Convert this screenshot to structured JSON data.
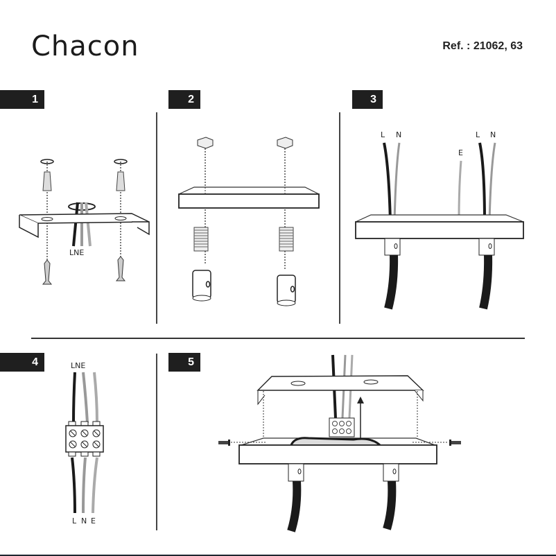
{
  "header": {
    "brand": "Chacon",
    "ref_label": "Ref. : 21062, 63"
  },
  "steps": [
    {
      "number": "1",
      "labels": {
        "wires": "LNE"
      }
    },
    {
      "number": "2",
      "labels": {}
    },
    {
      "number": "3",
      "labels": {
        "left_l": "L",
        "left_n": "N",
        "earth": "E",
        "right_l": "L",
        "right_n": "N"
      }
    },
    {
      "number": "4",
      "labels": {
        "top": "LNE",
        "bottom_l": "L",
        "bottom_n": "N",
        "bottom_e": "E"
      }
    },
    {
      "number": "5",
      "labels": {}
    }
  ],
  "colors": {
    "badge_bg": "#1f1f1f",
    "badge_text": "#ffffff",
    "line": "#222222",
    "wire_live": "#1a1a1a",
    "wire_neutral": "#9a9a9a",
    "wire_earth": "#b5b5b5"
  }
}
